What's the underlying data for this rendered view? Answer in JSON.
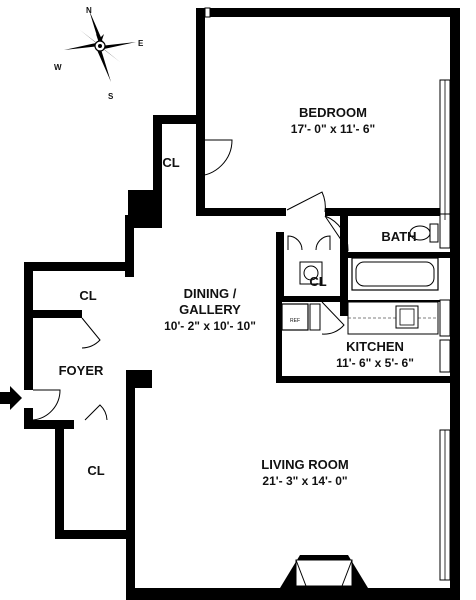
{
  "compass": {
    "n": "N",
    "e": "E",
    "s": "S",
    "w": "W"
  },
  "rooms": {
    "bedroom": {
      "name": "BEDROOM",
      "dims": "17'- 0\" x 11'- 6\""
    },
    "closet_bedroom": {
      "name": "CL"
    },
    "bath": {
      "name": "BATH"
    },
    "closet_center": {
      "name": "CL"
    },
    "dining": {
      "name_line1": "DINING /",
      "name_line2": "GALLERY",
      "dims": "10'- 2\" x 10'- 10\""
    },
    "closet_left": {
      "name": "CL"
    },
    "refrigerator": {
      "name": "REF"
    },
    "kitchen": {
      "name": "KITCHEN",
      "dims": "11'- 6\" x 5'- 6\""
    },
    "foyer": {
      "name": "FOYER"
    },
    "closet_foyer": {
      "name": "CL"
    },
    "living": {
      "name": "LIVING ROOM",
      "dims": "21'- 3\" x 14'- 0\""
    }
  }
}
